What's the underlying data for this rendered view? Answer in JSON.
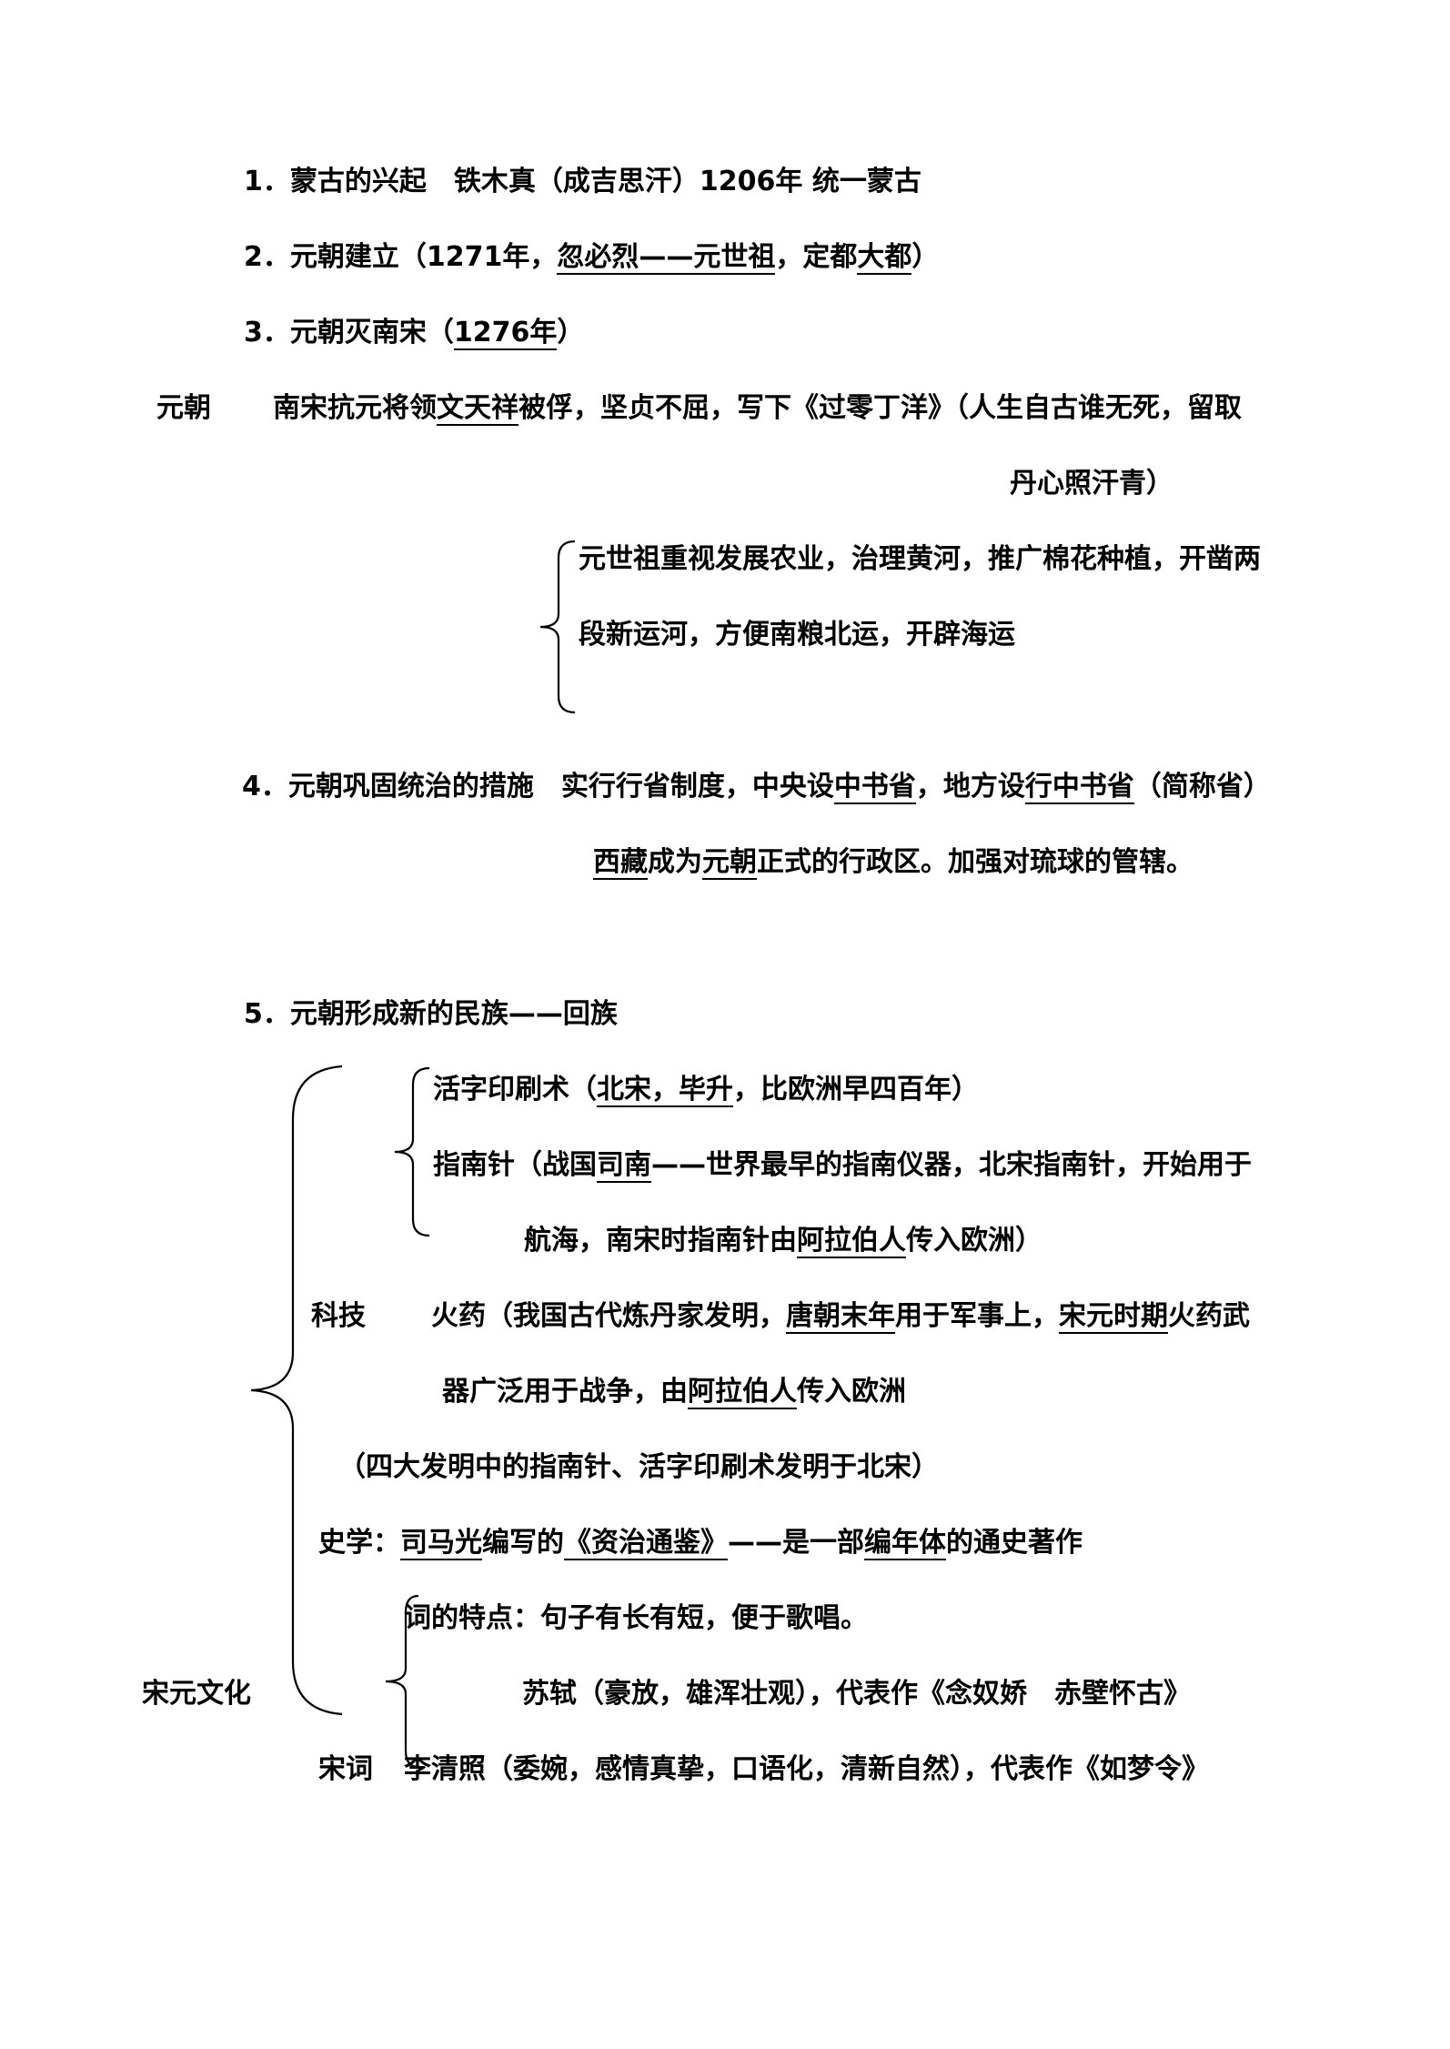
{
  "items": {
    "l1": [
      "1．蒙古的兴起　铁木真（成吉思汗）1206年 统一蒙古"
    ],
    "l2": [
      "2．元朝建立（1271年，",
      "忽必烈——元世祖",
      "，定都",
      "大都",
      "）"
    ],
    "l3": [
      "3．元朝灭南宋（",
      "1276年",
      "）"
    ],
    "side_yuan": "元朝",
    "l4": [
      "南宋抗元将领",
      "文天祥",
      "被俘，坚贞不屈，写下《过零丁洋》（人生自古谁无死，留取"
    ],
    "l4b": "丹心照汗青）",
    "l5a": "元世祖重视发展农业，治理黄河，推广棉花种植，开凿两",
    "l5b": "段新运河，方便南粮北运，开辟海运",
    "l6": [
      "4．元朝巩固统治的措施　实行行省制度，中央设",
      "中书省",
      "，地方设",
      "行中书省",
      "（简称省）"
    ],
    "l6b": [
      "西藏",
      "成为",
      "元朝",
      "正式的行政区。加强对琉球的管辖。"
    ],
    "l7": "5．元朝形成新的民族——回族",
    "l8": [
      "活字印刷术（",
      "北宋，毕升",
      "，比欧洲早四百年）"
    ],
    "l9": [
      "指南针（战国",
      "司南",
      "——世界最早的指南仪器，北宋指南针，开始用于"
    ],
    "l9b": [
      "航海，南宋时指南针由",
      "阿拉伯人",
      "传入欧洲）"
    ],
    "side_keji": "科技",
    "l10": [
      "火药（我国古代炼丹家发明，",
      "唐朝末年",
      "用于军事上，",
      "宋元时期",
      "火药武"
    ],
    "l10b": [
      "器广泛用于战争，由",
      "阿拉伯人",
      "传入欧洲"
    ],
    "l11": "（四大发明中的指南针、活字印刷术发明于北宋）",
    "l12": [
      "史学：",
      "司马光",
      "编写的",
      "《资治通鉴》",
      "——是一部",
      "编年体",
      "的通史著作"
    ],
    "l13": "词的特点：句子有长有短，便于歌唱。",
    "side_songyuan": "宋元文化",
    "l14": "苏轼（豪放，雄浑壮观），代表作《念奴娇　赤壁怀古》",
    "side_songci": "宋词",
    "l15": "李清照（委婉，感情真挚，口语化，清新自然），代表作《如梦令》"
  }
}
